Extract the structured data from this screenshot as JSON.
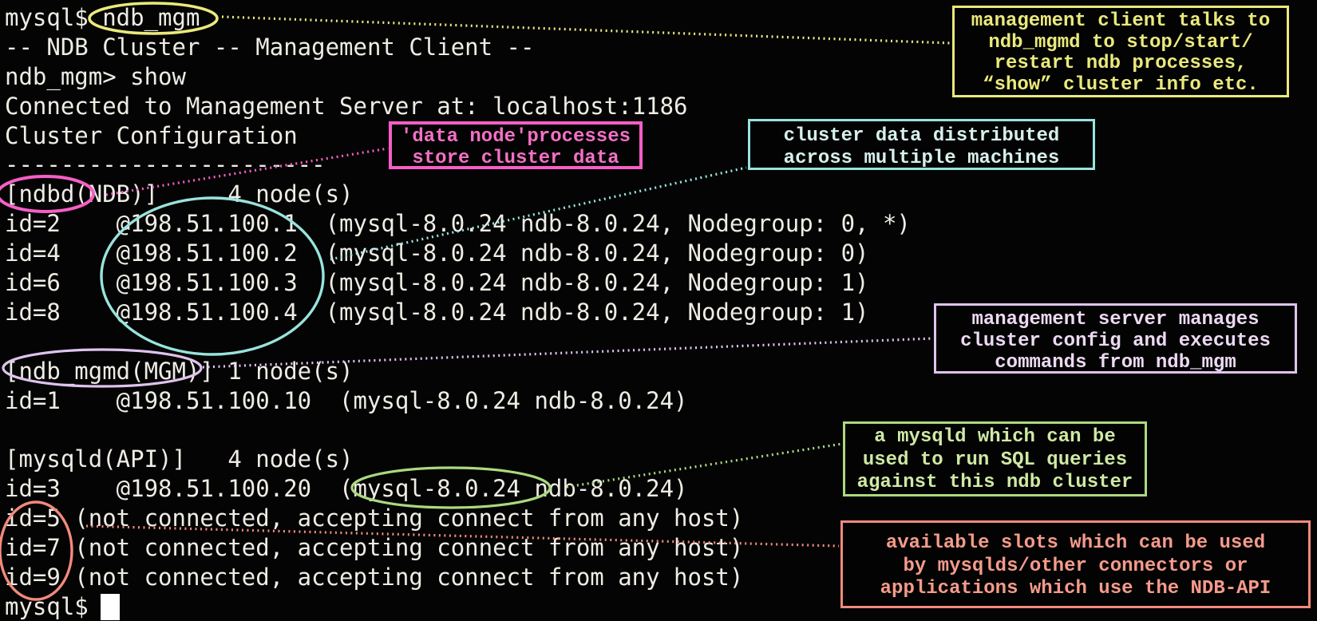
{
  "terminal": {
    "lines": [
      "mysql$ ndb_mgm",
      "-- NDB Cluster -- Management Client --",
      "ndb_mgm> show",
      "Connected to Management Server at: localhost:1186",
      "Cluster Configuration",
      "-----------------------",
      "[ndbd(NDB)]     4 node(s)",
      "id=2    @198.51.100.1  (mysql-8.0.24 ndb-8.0.24, Nodegroup: 0, *)",
      "id=4    @198.51.100.2  (mysql-8.0.24 ndb-8.0.24, Nodegroup: 0)",
      "id=6    @198.51.100.3  (mysql-8.0.24 ndb-8.0.24, Nodegroup: 1)",
      "id=8    @198.51.100.4  (mysql-8.0.24 ndb-8.0.24, Nodegroup: 1)",
      "",
      "[ndb_mgmd(MGM)] 1 node(s)",
      "id=1    @198.51.100.10  (mysql-8.0.24 ndb-8.0.24)",
      "",
      "[mysqld(API)]   4 node(s)",
      "id=3    @198.51.100.20  (mysql-8.0.24 ndb-8.0.24)",
      "id=5 (not connected, accepting connect from any host)",
      "id=7 (not connected, accepting connect from any host)",
      "id=9 (not connected, accepting connect from any host)",
      "mysql$ "
    ],
    "text_color": "#eeece4",
    "background_color": "#040404"
  },
  "callouts": {
    "management_client": {
      "color": "#eae97c",
      "lines": [
        "management client talks to",
        "ndb_mgmd to stop/start/",
        "restart ndb processes,",
        "“show” cluster info etc."
      ]
    },
    "data_node": {
      "color": "#f65ec6",
      "lines": [
        "'data node'processes",
        "store cluster data"
      ]
    },
    "distributed_data": {
      "color": "#99e3dd",
      "lines": [
        "cluster data distributed",
        "across multiple machines"
      ]
    },
    "management_server": {
      "color": "#dfc3ee",
      "lines": [
        "management server manages",
        "cluster config and executes",
        "commands from ndb_mgm"
      ]
    },
    "sql_node": {
      "color": "#abd97f",
      "lines": [
        "a mysqld which can be",
        "used to run SQL queries",
        "against this ndb cluster"
      ]
    },
    "available_slots": {
      "color": "#f28a7d",
      "lines": [
        "available slots which can be used",
        "by mysqlds/other connectors or",
        "applications which use the NDB-API"
      ]
    }
  }
}
